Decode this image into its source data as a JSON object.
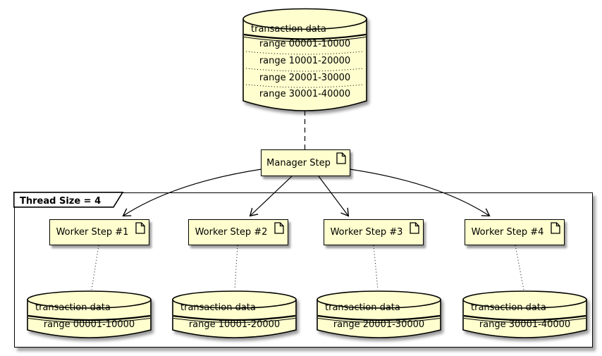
{
  "colors": {
    "node_fill": "#FEFECE",
    "node_border": "#000000",
    "background": "#FFFFFF",
    "text": "#000000"
  },
  "icons": {
    "artifact": "document-icon"
  },
  "source_database": {
    "title": "transaction data",
    "partitions": [
      "range 00001-10000",
      "range 10001-20000",
      "range 20001-30000",
      "range 30001-40000"
    ]
  },
  "manager_step": {
    "label": "Manager Step"
  },
  "frame": {
    "label": "Thread Size = 4"
  },
  "workers": [
    {
      "label": "Worker Step #1",
      "database": {
        "title": "transaction data",
        "range": "range 00001-10000"
      }
    },
    {
      "label": "Worker Step #2",
      "database": {
        "title": "transaction data",
        "range": "range 10001-20000"
      }
    },
    {
      "label": "Worker Step #3",
      "database": {
        "title": "transaction data",
        "range": "range 20001-30000"
      }
    },
    {
      "label": "Worker Step #4",
      "database": {
        "title": "transaction data",
        "range": "range 30001-40000"
      }
    }
  ]
}
